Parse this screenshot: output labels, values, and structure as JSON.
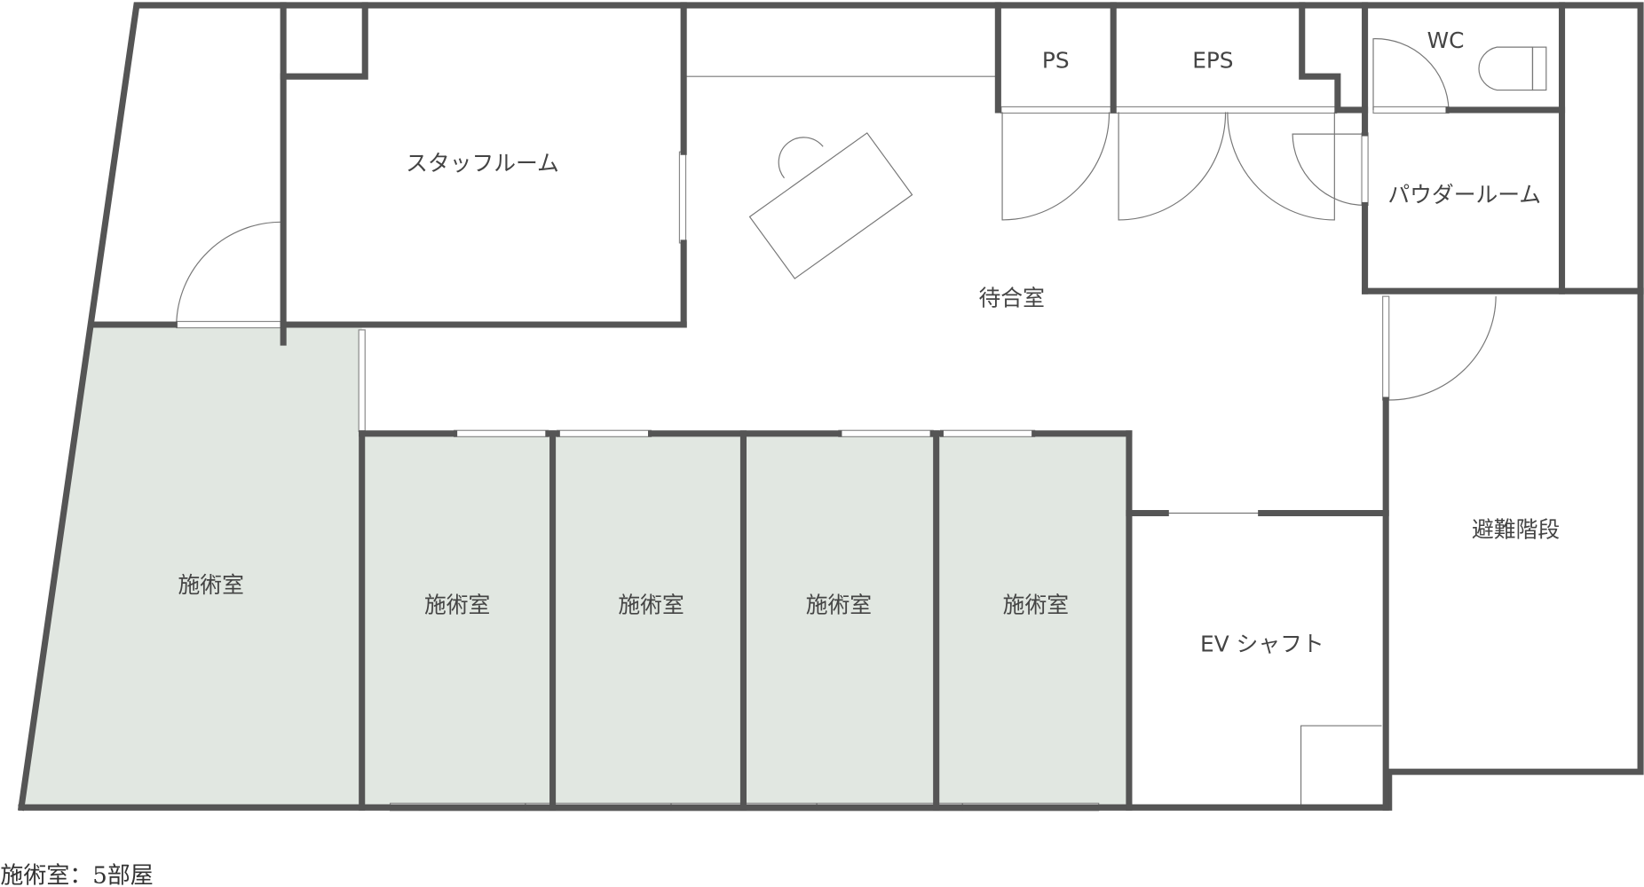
{
  "floor_plan": {
    "rooms": {
      "staff_room": "スタッフルーム",
      "waiting_room": "待合室",
      "ps": "PS",
      "eps": "EPS",
      "wc": "WC",
      "powder_room": "パウダールーム",
      "evacuation_stairs": "避難階段",
      "ev_shaft": "EV シャフト",
      "treatment_rooms": [
        "施術室",
        "施術室",
        "施術室",
        "施術室",
        "施術室"
      ]
    },
    "colors": {
      "wall": "#555555",
      "treatment_fill": "#e1e7e1"
    },
    "footnote": "施術室：5部屋"
  }
}
